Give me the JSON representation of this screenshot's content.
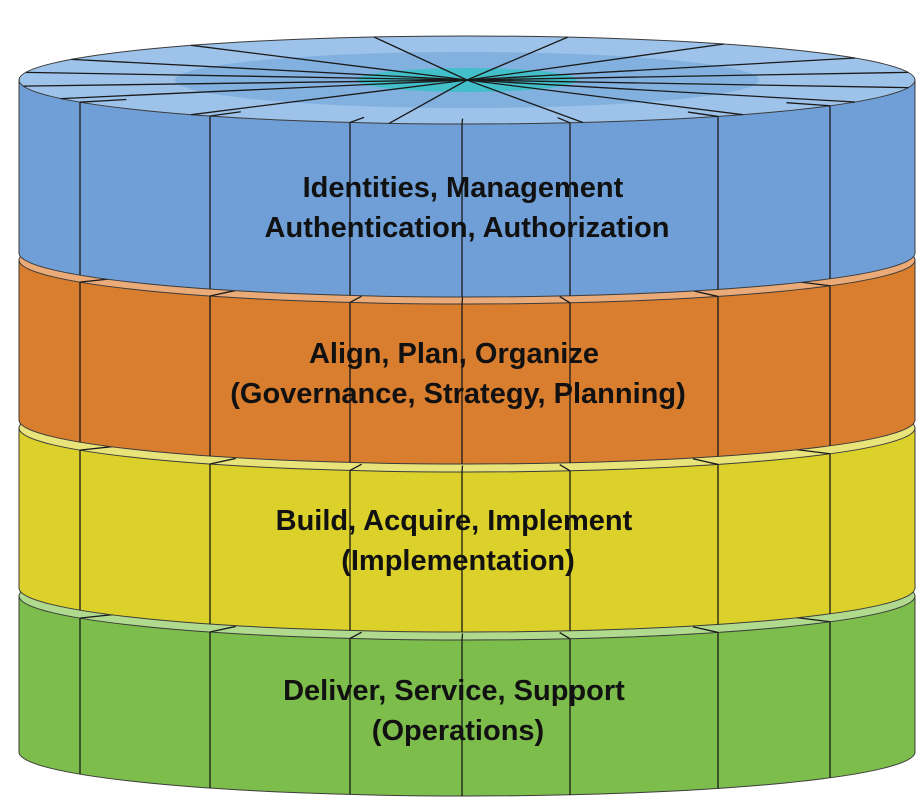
{
  "layers": [
    {
      "id": "identity",
      "line1": "Identities, Management",
      "line2": "Authentication, Authorization",
      "side_color": "#6f9fd6",
      "top_color": "#9dc3ea"
    },
    {
      "id": "align",
      "line1": "Align, Plan, Organize",
      "line2": "(Governance, Strategy, Planning)",
      "side_color": "#d97d2e",
      "top_color": "#eaab78"
    },
    {
      "id": "build",
      "line1": "Build, Acquire, Implement",
      "line2": "(Implementation)",
      "side_color": "#dcd12a",
      "top_color": "#e9e47a"
    },
    {
      "id": "deliver",
      "line1": "Deliver, Service, Support",
      "line2": "(Operations)",
      "side_color": "#7dbd4b",
      "top_color": "#b0da8d"
    }
  ],
  "top_surface": {
    "inner_ring_color": "#7faedd",
    "hub_color": "#43bfc9"
  }
}
